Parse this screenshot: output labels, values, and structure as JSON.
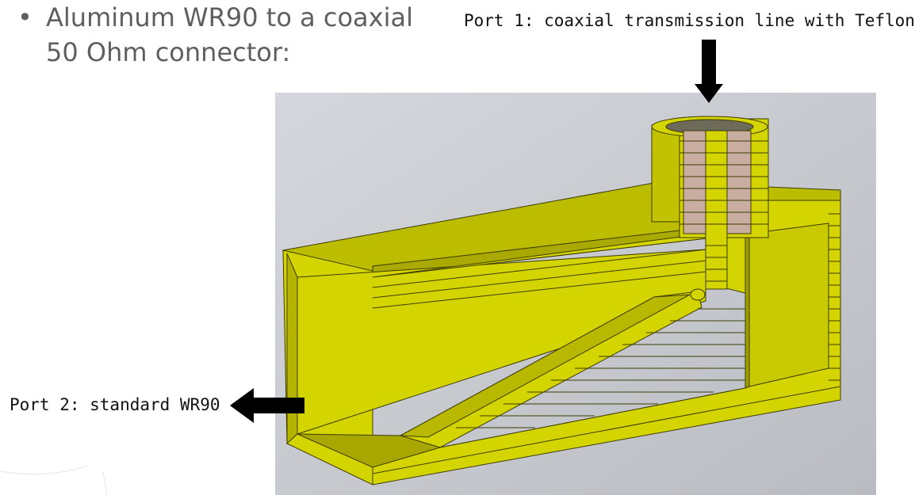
{
  "slide": {
    "bullet_symbol": "•",
    "bullet_line1": "Aluminum WR90 to a coaxial",
    "bullet_line2": "50 Ohm connector:"
  },
  "figure": {
    "port1_label": "Port 1: coaxial transmission line with Teflon",
    "port2_label": "Port 2: standard WR90",
    "colors": {
      "background": "#c8cacf",
      "metal": "#d4d400",
      "metal_dark": "#8f8f00",
      "metal_mid": "#b6b600",
      "teflon": "#c8ada0",
      "arrow": "#000000"
    }
  }
}
